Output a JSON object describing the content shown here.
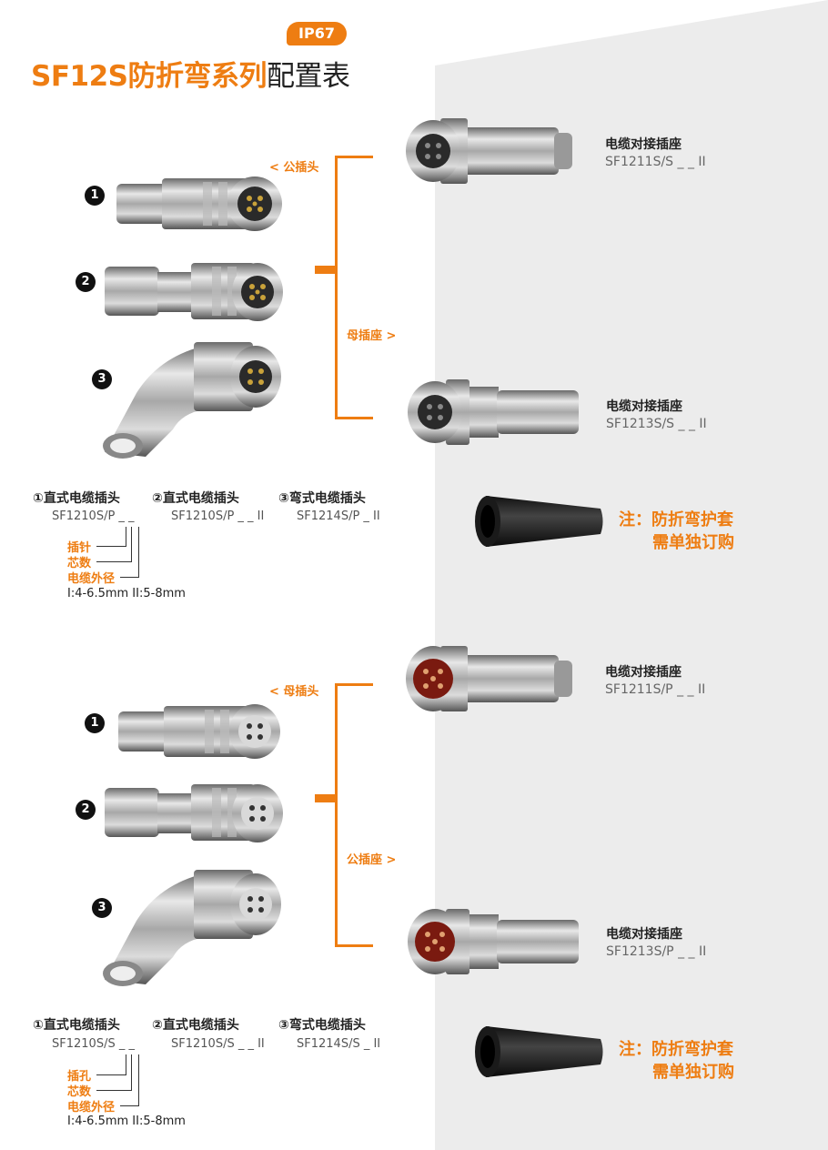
{
  "title": {
    "brand_part": "SF12S防折弯系列",
    "rest_part": "配置表",
    "badge": "IP67"
  },
  "colors": {
    "accent": "#ee7d12",
    "panel": "#ececec"
  },
  "sections": [
    {
      "plug_gender_label": "< 公插头",
      "socket_gender_label": "母插座 >",
      "numbers": [
        "1",
        "2",
        "3"
      ],
      "products": [
        {
          "index": "①",
          "name": "直式电缆插头",
          "model": "SF1210S/P _ _"
        },
        {
          "index": "②",
          "name": "直式电缆插头",
          "model": "SF1210S/P _ _ II"
        },
        {
          "index": "③",
          "name": "弯式电缆插头",
          "model": "SF1214S/P _ II"
        }
      ],
      "code_legend": {
        "first": "插针",
        "second": "芯数",
        "third": "电缆外径",
        "spec": "I:4-6.5mm II:5-8mm"
      },
      "receptacles": [
        {
          "name": "电缆对接插座",
          "model": "SF1211S/S _ _ II"
        },
        {
          "name": "电缆对接插座",
          "model": "SF1213S/S _ _ II"
        }
      ],
      "note": {
        "line1": "注：防折弯护套",
        "line2": "需单独订购"
      }
    },
    {
      "plug_gender_label": "< 母插头",
      "socket_gender_label": "公插座 >",
      "numbers": [
        "1",
        "2",
        "3"
      ],
      "products": [
        {
          "index": "①",
          "name": "直式电缆插头",
          "model": "SF1210S/S _ _"
        },
        {
          "index": "②",
          "name": "直式电缆插头",
          "model": "SF1210S/S _ _ II"
        },
        {
          "index": "③",
          "name": "弯式电缆插头",
          "model": "SF1214S/S _ II"
        }
      ],
      "code_legend": {
        "first": "插孔",
        "second": "芯数",
        "third": "电缆外径",
        "spec": "I:4-6.5mm II:5-8mm"
      },
      "receptacles": [
        {
          "name": "电缆对接插座",
          "model": "SF1211S/P _ _ II"
        },
        {
          "name": "电缆对接插座",
          "model": "SF1213S/P _ _ II"
        }
      ],
      "note": {
        "line1": "注：防折弯护套",
        "line2": "需单独订购"
      }
    }
  ]
}
